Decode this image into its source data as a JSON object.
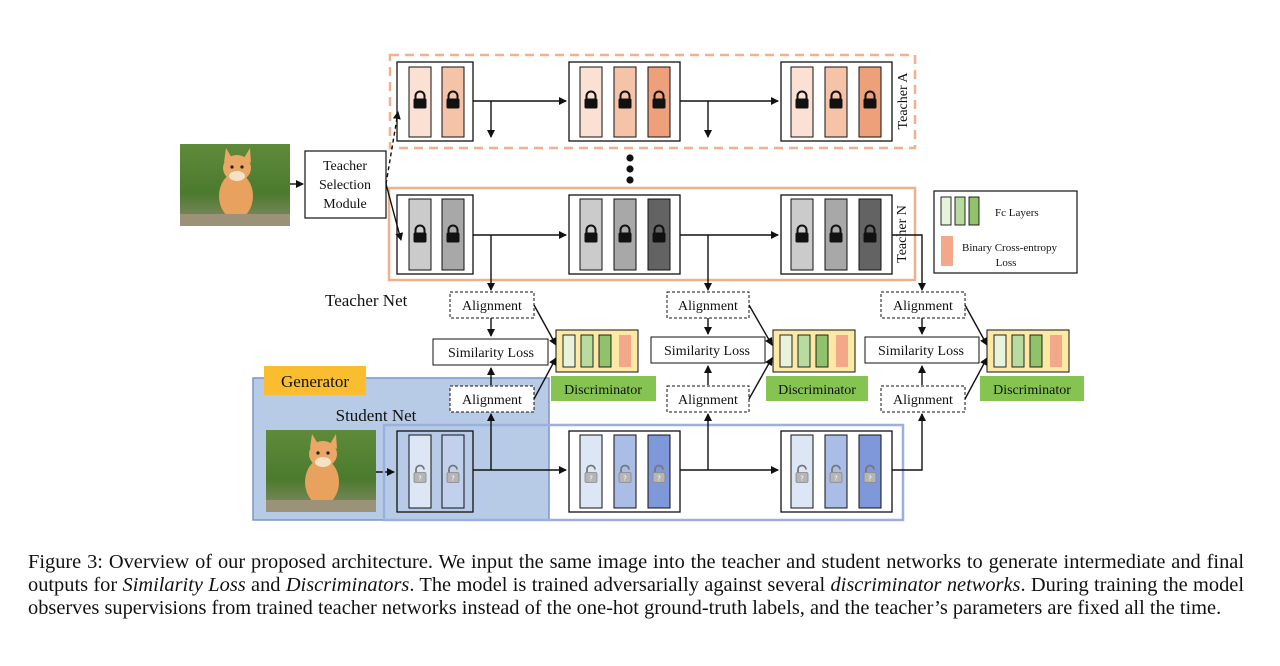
{
  "labels": {
    "teacher_selection_1": "Teacher",
    "teacher_selection_2": "Selection",
    "teacher_selection_3": "Module",
    "teacher_a": "Teacher A",
    "teacher_n": "Teacher N",
    "teacher_net": "Teacher Net",
    "alignment": "Alignment",
    "similarity_loss": "Similarity Loss",
    "discriminator": "Discriminator",
    "generator": "Generator",
    "student_net": "Student Net",
    "legend_fc": "Fc Layers",
    "legend_bce_1": "Binary Cross-entropy",
    "legend_bce_2": "Loss"
  },
  "colors": {
    "teacher_a_frame": "#f2b08c",
    "teacher_n_frame": "#f0b08a",
    "generator_fill": "#b8cbe6",
    "generator_border": "#7a95c5",
    "generator_label_bg": "#f9bd2f",
    "student_frame": "#9ab0de",
    "discriminator_green": "#86c452",
    "discriminator_box": "#fbe9a5",
    "fc_green": "#9cc87a",
    "bce_orange": "#f2a889"
  },
  "caption": {
    "p1": "Figure 3: Overview of our proposed architecture. We input the same image into the teacher and student networks to generate intermediate and final outputs for ",
    "em1": "Similarity Loss",
    "p2": " and ",
    "em2": "Discriminators",
    "p3": ". The model is trained adversarially against several ",
    "em3": "discriminator networks",
    "p4": ". During training the model observes supervisions from trained teacher networks instead of the one-hot ground-truth labels, and the teacher’s parameters are fixed all the time."
  }
}
